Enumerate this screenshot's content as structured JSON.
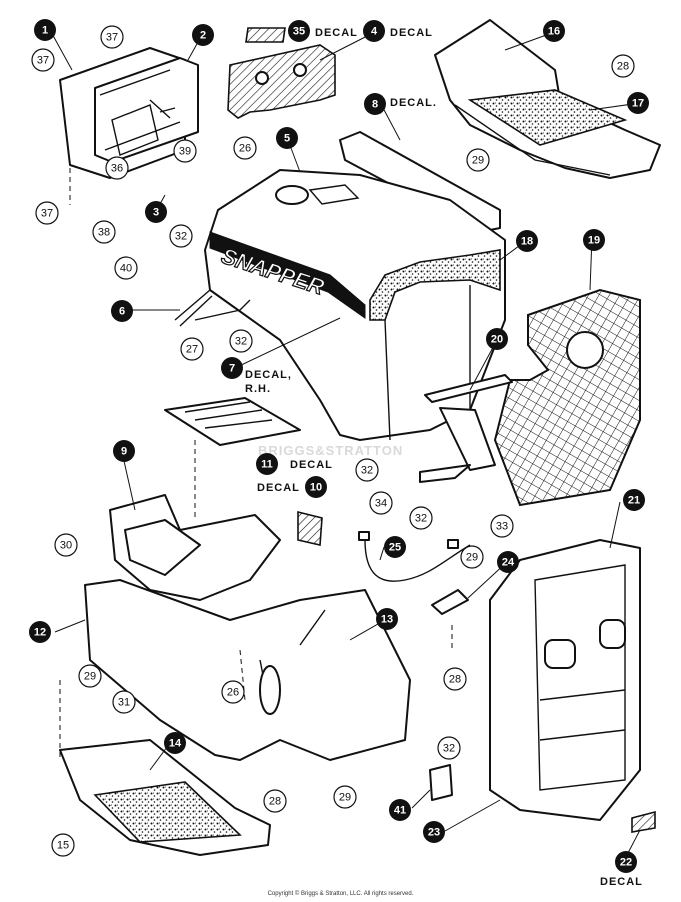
{
  "callouts_solid": [
    {
      "id": "1",
      "label": "1"
    },
    {
      "id": "2",
      "label": "2"
    },
    {
      "id": "3",
      "label": "3"
    },
    {
      "id": "4",
      "label": "4"
    },
    {
      "id": "5",
      "label": "5"
    },
    {
      "id": "6",
      "label": "6"
    },
    {
      "id": "7",
      "label": "7"
    },
    {
      "id": "8",
      "label": "8"
    },
    {
      "id": "9",
      "label": "9"
    },
    {
      "id": "10",
      "label": "10"
    },
    {
      "id": "11",
      "label": "11"
    },
    {
      "id": "12",
      "label": "12"
    },
    {
      "id": "13",
      "label": "13"
    },
    {
      "id": "14",
      "label": "14"
    },
    {
      "id": "16",
      "label": "16"
    },
    {
      "id": "17",
      "label": "17"
    },
    {
      "id": "18",
      "label": "18"
    },
    {
      "id": "19",
      "label": "19"
    },
    {
      "id": "20",
      "label": "20"
    },
    {
      "id": "21",
      "label": "21"
    },
    {
      "id": "22",
      "label": "22"
    },
    {
      "id": "23",
      "label": "23"
    },
    {
      "id": "24",
      "label": "24"
    },
    {
      "id": "25",
      "label": "25"
    },
    {
      "id": "35",
      "label": "35"
    },
    {
      "id": "41",
      "label": "41"
    }
  ],
  "callouts_open": [
    {
      "id": "37a",
      "label": "37"
    },
    {
      "id": "37b",
      "label": "37"
    },
    {
      "id": "37c",
      "label": "37"
    },
    {
      "id": "36",
      "label": "36"
    },
    {
      "id": "38",
      "label": "38"
    },
    {
      "id": "39",
      "label": "39"
    },
    {
      "id": "26a",
      "label": "26"
    },
    {
      "id": "26b",
      "label": "26"
    },
    {
      "id": "28a",
      "label": "28"
    },
    {
      "id": "28b",
      "label": "28"
    },
    {
      "id": "28c",
      "label": "28"
    },
    {
      "id": "29a",
      "label": "29"
    },
    {
      "id": "29b",
      "label": "29"
    },
    {
      "id": "29c",
      "label": "29"
    },
    {
      "id": "29d",
      "label": "29"
    },
    {
      "id": "32a",
      "label": "32"
    },
    {
      "id": "32b",
      "label": "32"
    },
    {
      "id": "32c",
      "label": "32"
    },
    {
      "id": "32d",
      "label": "32"
    },
    {
      "id": "32e",
      "label": "32"
    },
    {
      "id": "40",
      "label": "40"
    },
    {
      "id": "27",
      "label": "27"
    },
    {
      "id": "30",
      "label": "30"
    },
    {
      "id": "31",
      "label": "31"
    },
    {
      "id": "33",
      "label": "33"
    },
    {
      "id": "34",
      "label": "34"
    },
    {
      "id": "15",
      "label": "15"
    }
  ],
  "labels": {
    "decal_35": "DECAL",
    "decal_4": "DECAL",
    "decal_8": "DECAL.",
    "decal_7_line1": "DECAL,",
    "decal_7_line2": "R.H.",
    "decal_11": "DECAL",
    "decal_10": "DECAL",
    "decal_22": "DECAL"
  },
  "hood_brand": "SNAPPER",
  "watermark": "BRIGGS&STRATTON",
  "copyright": "Copyright © Briggs & Stratton, LLC. All rights reserved."
}
